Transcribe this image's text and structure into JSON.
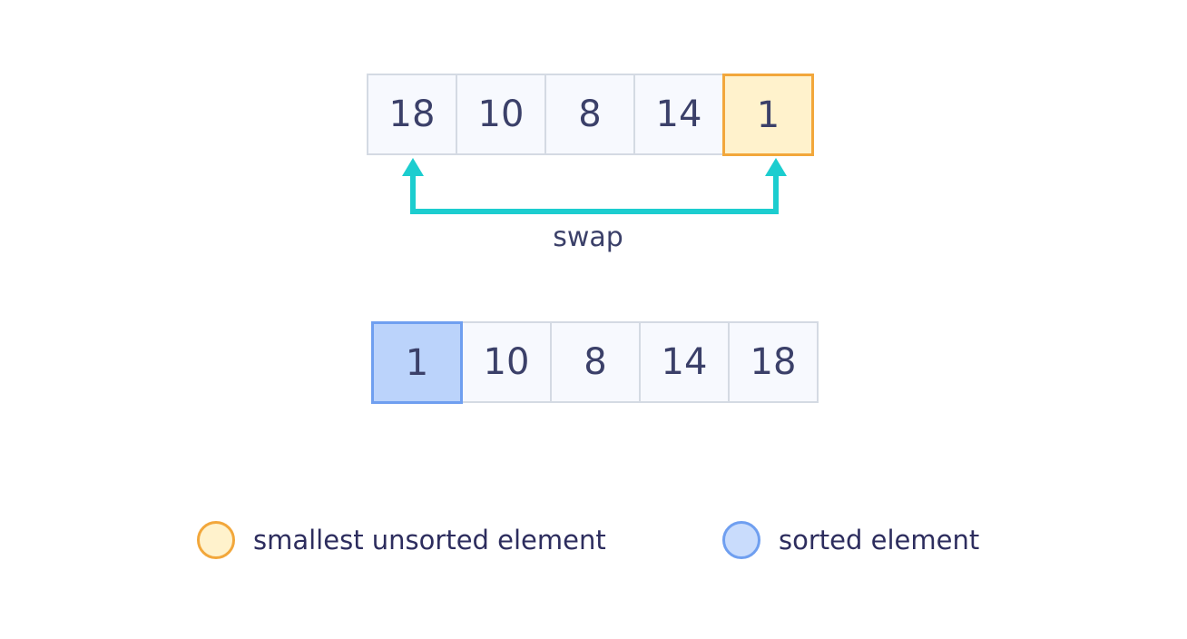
{
  "top_array": [
    "18",
    "10",
    "8",
    "14",
    "1"
  ],
  "bottom_array": [
    "1",
    "10",
    "8",
    "14",
    "18"
  ],
  "swap_label": "swap",
  "legend": {
    "smallest": "smallest unsorted element",
    "sorted": "sorted element"
  },
  "colors": {
    "smallest_fill": "#fff2cc",
    "smallest_border": "#f2a73b",
    "sorted_fill": "#bbd3fb",
    "sorted_border": "#6f9ff0",
    "arrow": "#1ccdcf",
    "cell_fill": "#f7f9fe",
    "cell_border": "#d4dae3",
    "text": "#3b4069"
  }
}
